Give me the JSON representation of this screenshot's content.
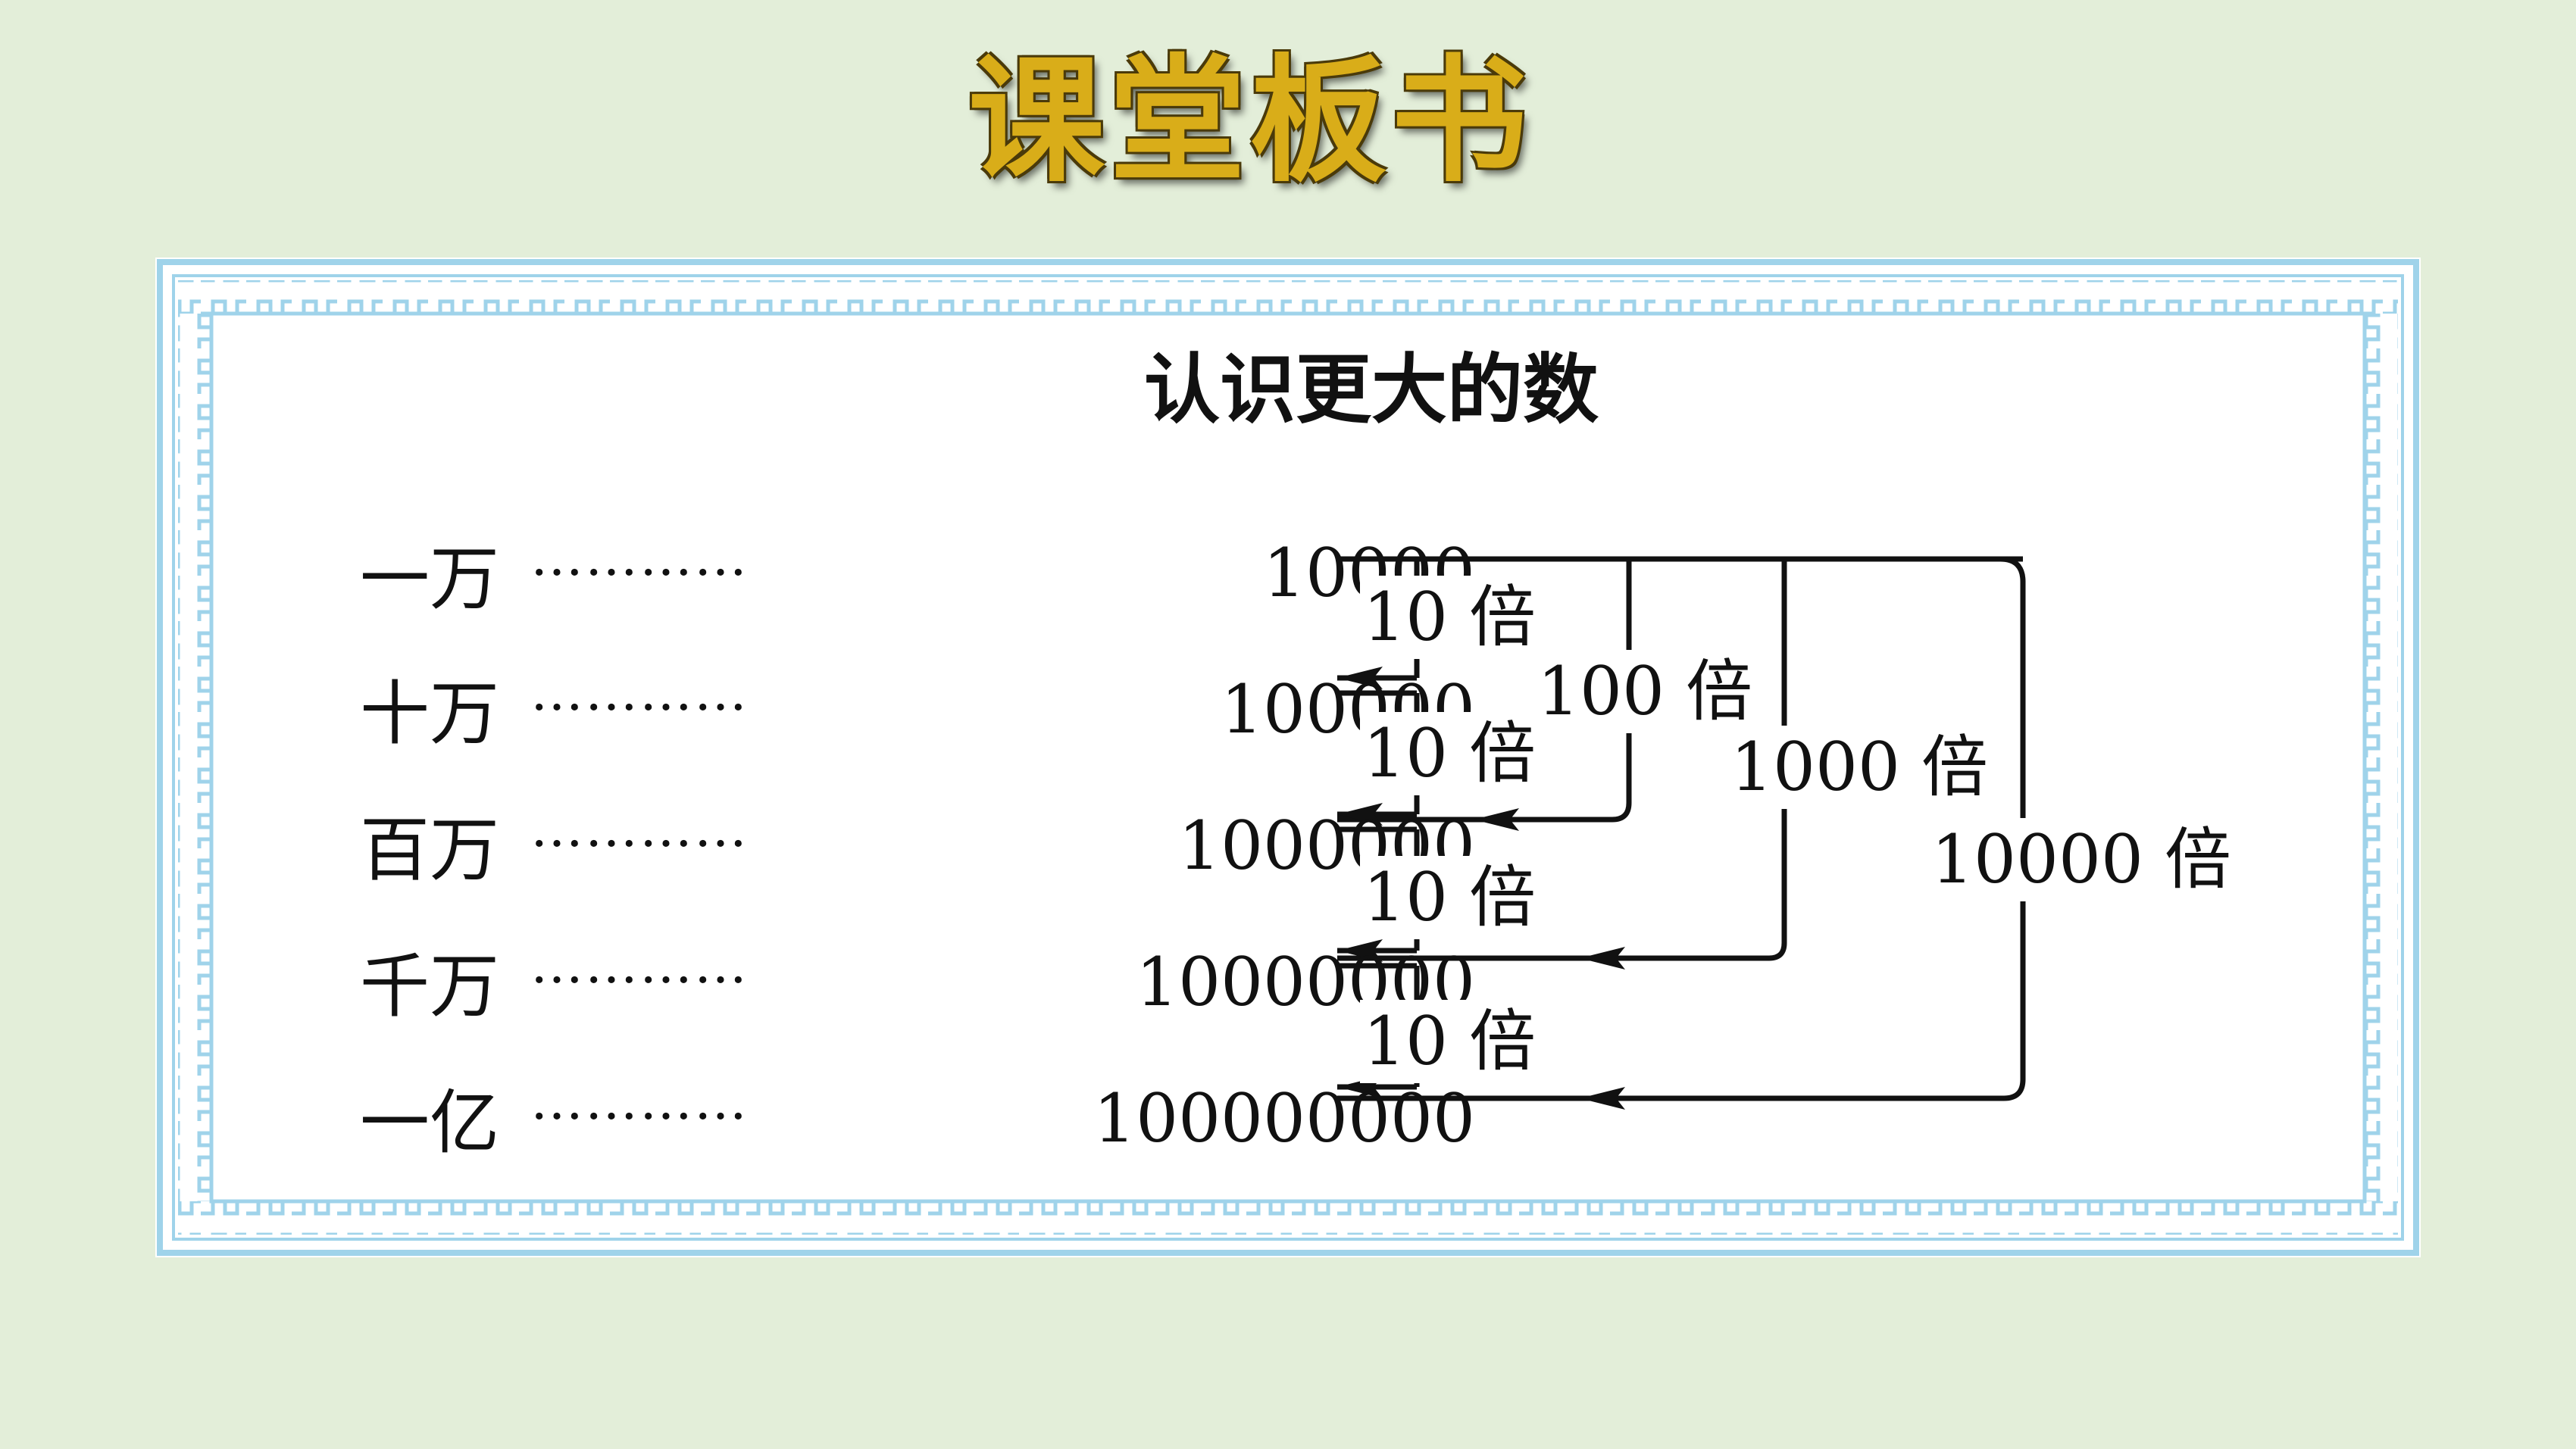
{
  "slide_title": "课堂板书",
  "board": {
    "heading": "认识更大的数",
    "rows": [
      {
        "unit": "一万",
        "leader": "…………",
        "number": "10000"
      },
      {
        "unit": "十万",
        "leader": "…………",
        "number": "100000"
      },
      {
        "unit": "百万",
        "leader": "…………",
        "number": "1000000"
      },
      {
        "unit": "千万",
        "leader": "…………",
        "number": "10000000"
      },
      {
        "unit": "一亿",
        "leader": "…………",
        "number": "100000000"
      }
    ],
    "multipliers": {
      "step_1": "10 倍",
      "step_2": "10 倍",
      "step_3": "10 倍",
      "step_4": "10 倍",
      "hundred": "100 倍",
      "thousand": "1000 倍",
      "ten_thousand": "10000 倍"
    }
  },
  "colors": {
    "background": "#e3eed9",
    "title_gold": "#d9ad19",
    "border_blue": "#9fd3ea",
    "ink": "#111111"
  }
}
